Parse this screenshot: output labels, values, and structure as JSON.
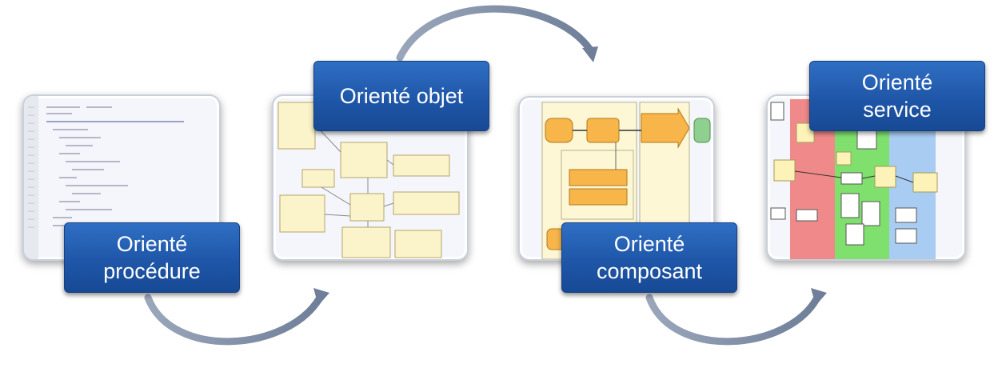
{
  "stages": [
    {
      "label": "Orienté\nprocédure",
      "icon": "code-editor-thumbnail"
    },
    {
      "label": "Orienté objet",
      "icon": "uml-class-diagram-thumbnail"
    },
    {
      "label": "Orienté\ncomposant",
      "icon": "component-diagram-thumbnail"
    },
    {
      "label": "Orienté\nservice",
      "icon": "service-architecture-thumbnail"
    }
  ],
  "colors": {
    "label_bg": "#1f56a8",
    "arrow": "#7f8ea6",
    "uml_box": "#fbf3c9",
    "component_orange": "#f7b54a",
    "service_red": "#f08a8a",
    "service_green": "#7fe06e",
    "service_blue": "#a9cdf2"
  }
}
